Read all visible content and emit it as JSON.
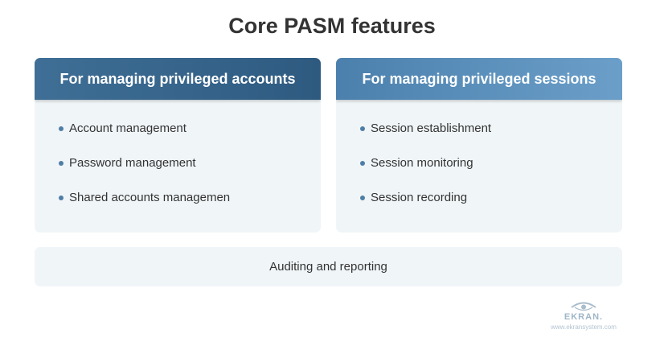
{
  "title": "Core PASM features",
  "cards": [
    {
      "header": "For managing privileged accounts",
      "items": [
        "Account management",
        "Password management",
        "Shared accounts managemen"
      ]
    },
    {
      "header": "For managing privileged sessions",
      "items": [
        "Session establishment",
        "Session monitoring",
        "Session recording"
      ]
    }
  ],
  "bottom": "Auditing and reporting",
  "logo": {
    "icon": "eye-icon",
    "name": "EKRAN.",
    "url": "www.ekransystem.com"
  },
  "colors": {
    "left_header": "#2e5a80",
    "right_header": "#6b9fc9",
    "card_bg": "#f0f5f8",
    "bullet": "#4e7ea6",
    "text": "#333333"
  }
}
